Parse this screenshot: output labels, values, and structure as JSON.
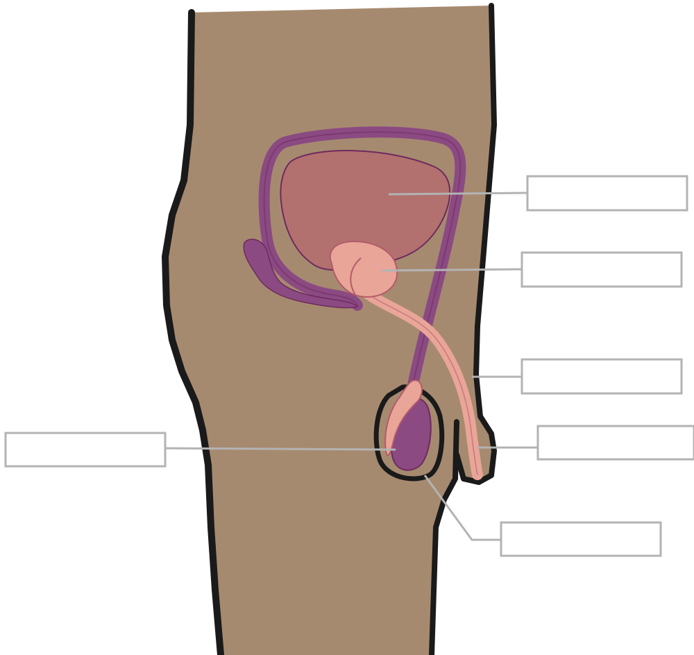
{
  "diagram": {
    "colors": {
      "background": "#ffffff",
      "skin": "#a68a6f",
      "outline": "#1a1a1a",
      "tube": "#8b4a82",
      "bladder": "#b2716f",
      "pale_pink": "#e8a598",
      "leader_line": "#b3b3b3"
    },
    "labels": [
      {
        "id": "bladder",
        "text": ""
      },
      {
        "id": "prostate",
        "text": ""
      },
      {
        "id": "penis",
        "text": ""
      },
      {
        "id": "urethra",
        "text": ""
      },
      {
        "id": "testis",
        "text": ""
      },
      {
        "id": "scrotum",
        "text": ""
      }
    ]
  }
}
